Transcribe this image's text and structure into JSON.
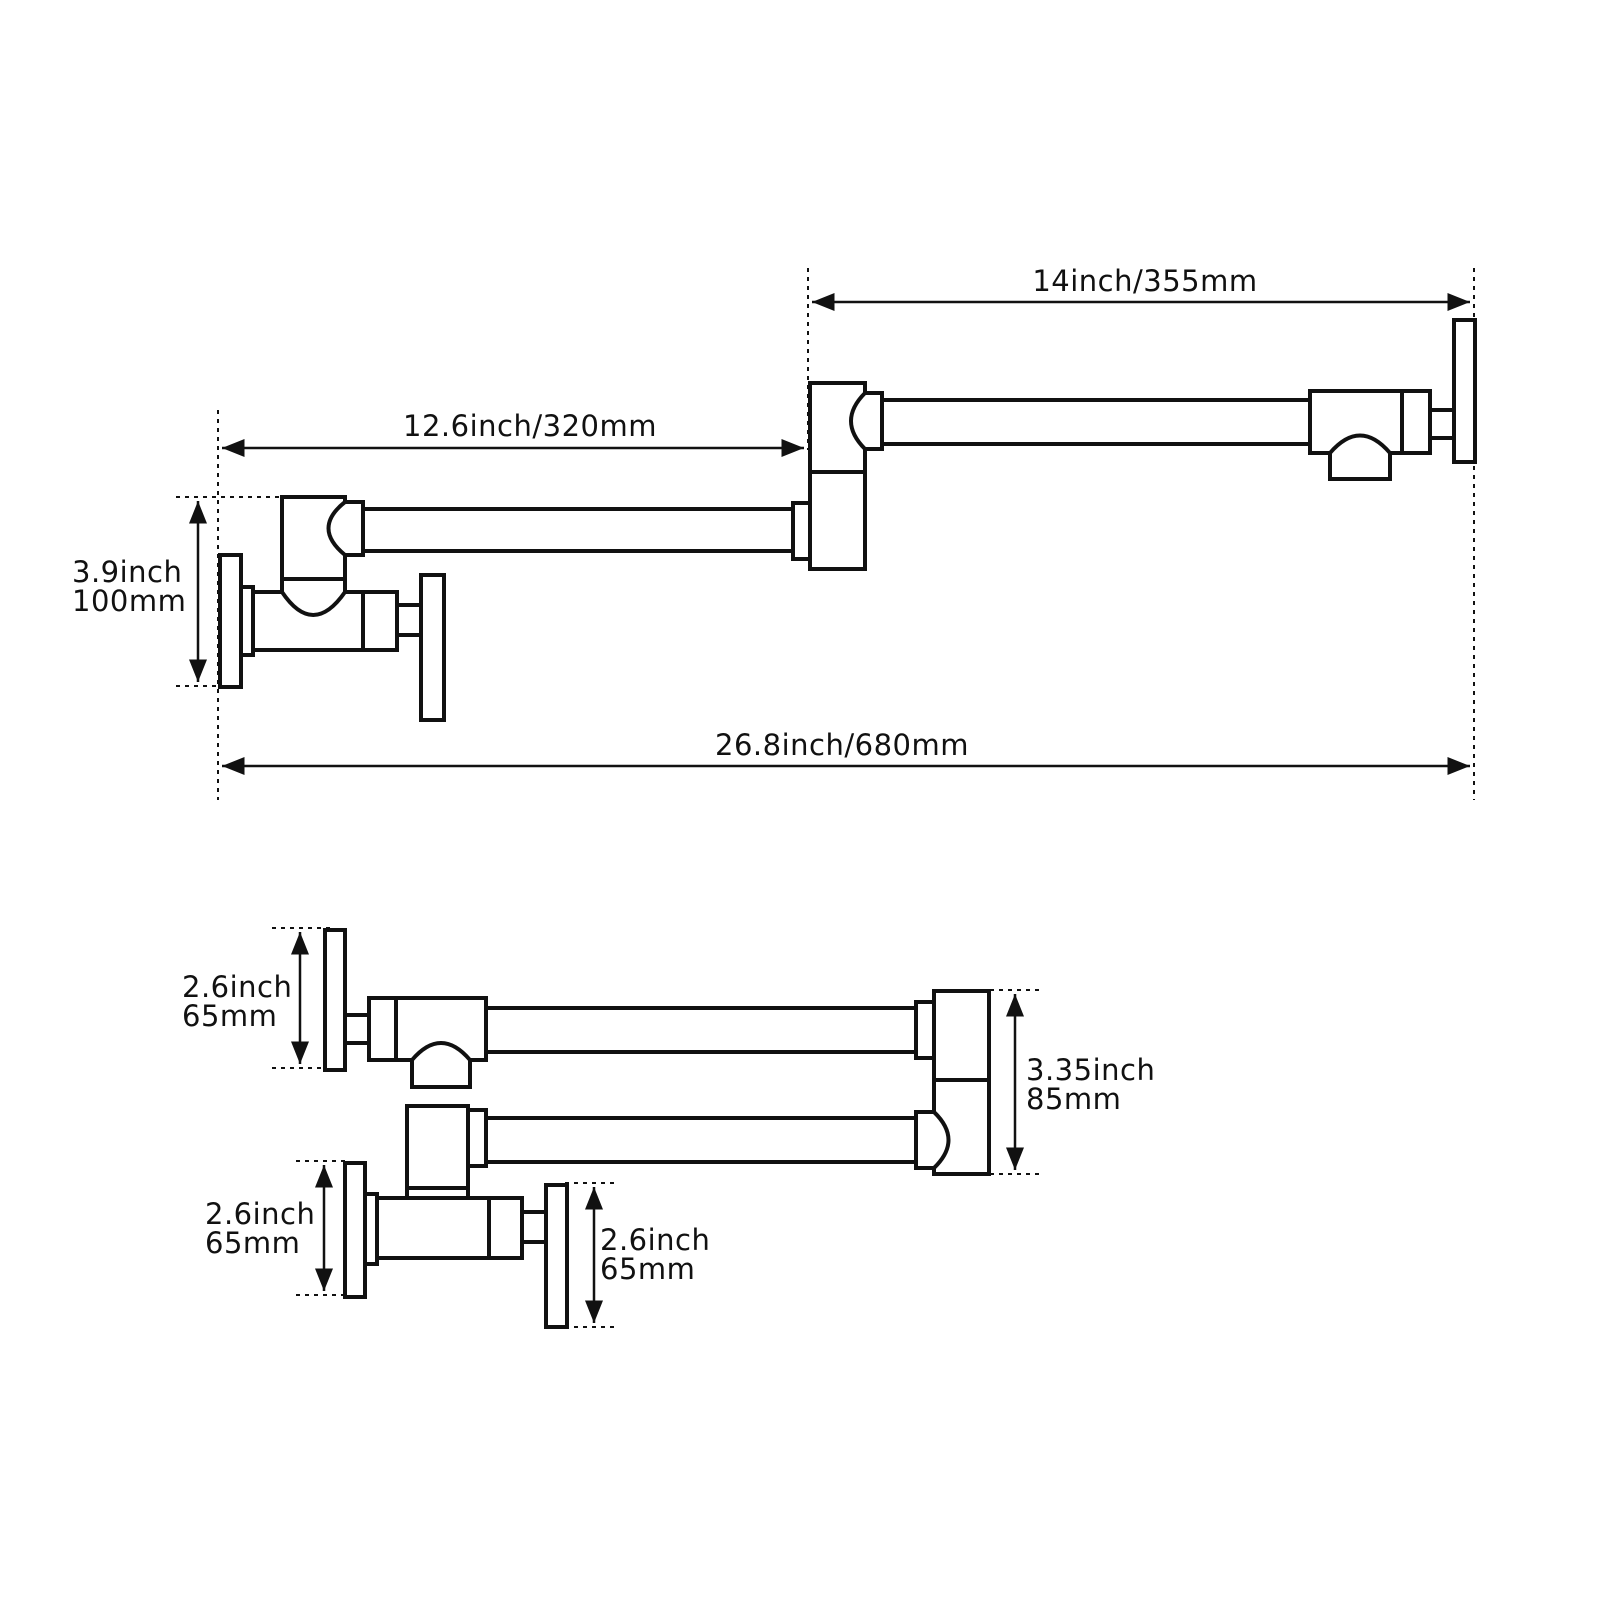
{
  "extended_view": {
    "dim_upper_arm": "14inch/355mm",
    "dim_lower_arm": "12.6inch/320mm",
    "dim_total_length": "26.8inch/680mm",
    "dim_height_inch": "3.9inch",
    "dim_height_mm": "100mm"
  },
  "folded_view": {
    "dim_spout_inch": "2.6inch",
    "dim_spout_mm": "65mm",
    "dim_joint_inch": "3.35inch",
    "dim_joint_mm": "85mm",
    "dim_flange_inch": "2.6inch",
    "dim_flange_mm": "65mm",
    "dim_handle_inch": "2.6inch",
    "dim_handle_mm": "65mm"
  },
  "colors": {
    "line": "#111111",
    "background": "#ffffff"
  }
}
